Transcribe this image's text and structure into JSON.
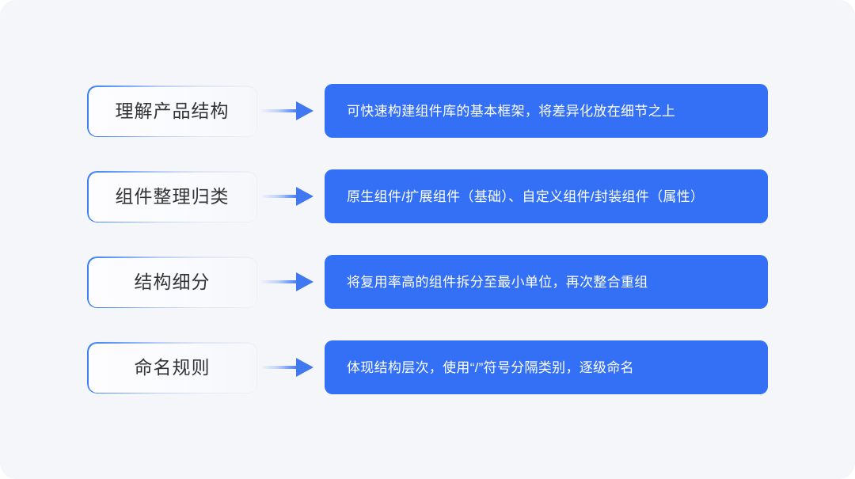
{
  "canvas": {
    "background_color": "#f5f6fa",
    "accent_color": "#3370f5",
    "stage_border_color": "#3b7ff5",
    "stage_text_color": "#333333",
    "desc_text_color": "#ffffff",
    "corner_radius": "20px"
  },
  "diagram_data": {
    "type": "process-flow",
    "title": "",
    "direction": "left-to-right",
    "row_count": 4,
    "rows": [
      {
        "stage": "理解产品结构",
        "arrow": "arrow-right-icon",
        "description": "可快速构建组件库的基本框架，将差异化放在细节之上"
      },
      {
        "stage": "组件整理归类",
        "arrow": "arrow-right-icon",
        "description": "原生组件/扩展组件（基础）、自定义组件/封装组件（属性）"
      },
      {
        "stage": "结构细分",
        "arrow": "arrow-right-icon",
        "description": "将复用率高的组件拆分至最小单位，再次整合重组"
      },
      {
        "stage": "命名规则",
        "arrow": "arrow-right-icon",
        "description": "体现结构层次，使用“/”符号分隔类别，逐级命名"
      }
    ]
  }
}
